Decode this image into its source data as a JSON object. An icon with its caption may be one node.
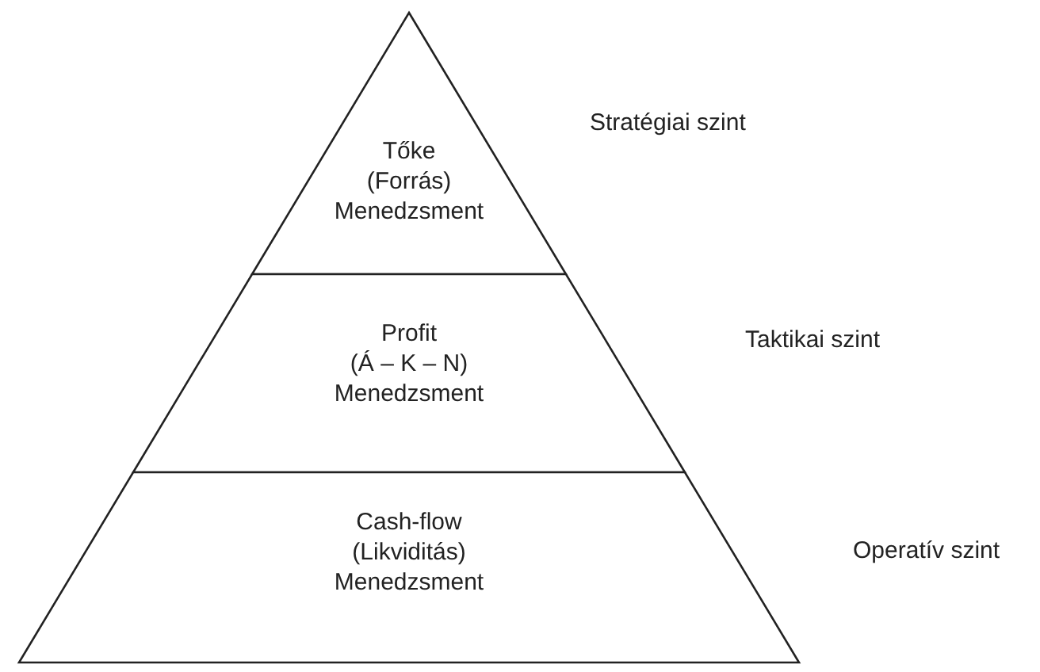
{
  "diagram": {
    "nodes": [
      {
        "text": [
          "Tőke (Forrás) Menedzsment"
        ],
        "beside": [
          "Stratégiai szint"
        ]
      },
      {
        "text": [
          "Profit (Á – K – N) Menedzsment"
        ],
        "beside": [
          "Taktikai szint"
        ]
      },
      {
        "text": [
          "Cash-flow (Likviditás) Menedzsment"
        ],
        "beside": [
          "Operatív szint"
        ]
      }
    ],
    "edges": []
  }
}
